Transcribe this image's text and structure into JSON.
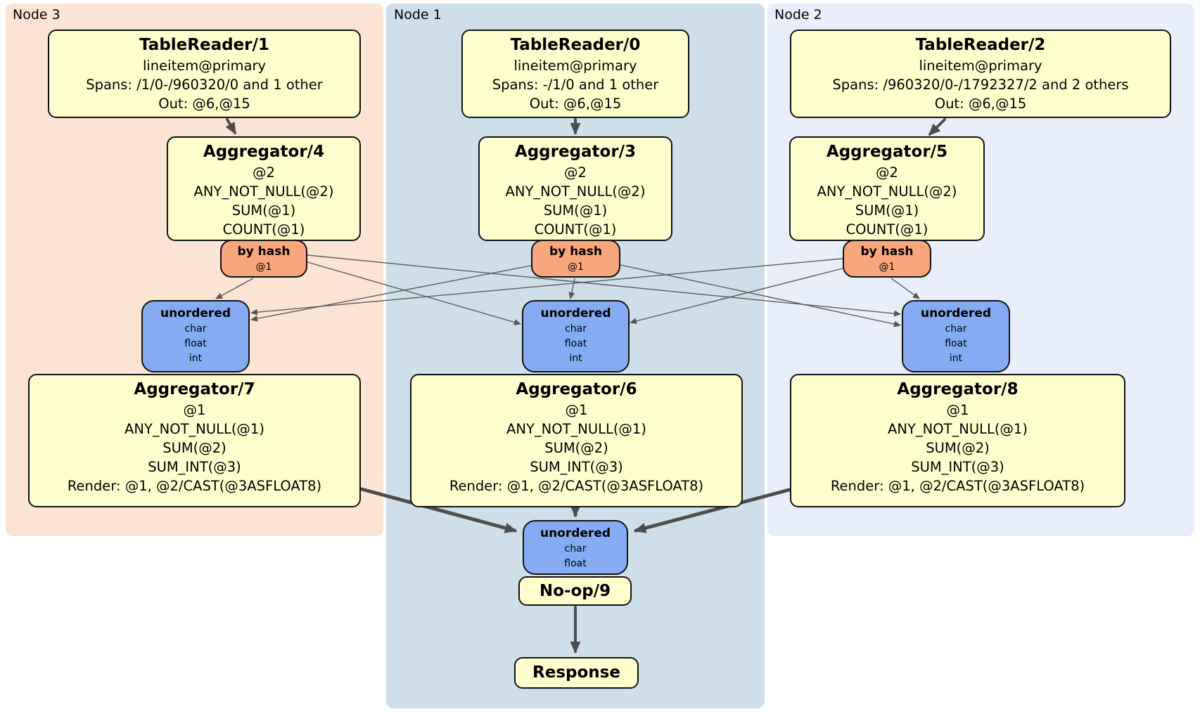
{
  "nodes": [
    {
      "label": "Node 3"
    },
    {
      "label": "Node 1"
    },
    {
      "label": "Node 2"
    }
  ],
  "processors": {
    "tr1": {
      "title": "TableReader/1",
      "lines": [
        "lineitem@primary",
        "Spans: /1/0-/960320/0 and 1 other",
        "Out: @6,@15"
      ]
    },
    "tr0": {
      "title": "TableReader/0",
      "lines": [
        "lineitem@primary",
        "Spans: -/1/0 and 1 other",
        "Out: @6,@15"
      ]
    },
    "tr2": {
      "title": "TableReader/2",
      "lines": [
        "lineitem@primary",
        "Spans: /960320/0-/1792327/2 and 2 others",
        "Out: @6,@15"
      ]
    },
    "agg4": {
      "title": "Aggregator/4",
      "lines": [
        "@2",
        "ANY_NOT_NULL(@2)",
        "SUM(@1)",
        "COUNT(@1)"
      ]
    },
    "agg3": {
      "title": "Aggregator/3",
      "lines": [
        "@2",
        "ANY_NOT_NULL(@2)",
        "SUM(@1)",
        "COUNT(@1)"
      ]
    },
    "agg5": {
      "title": "Aggregator/5",
      "lines": [
        "@2",
        "ANY_NOT_NULL(@2)",
        "SUM(@1)",
        "COUNT(@1)"
      ]
    },
    "agg7": {
      "title": "Aggregator/7",
      "lines": [
        "@1",
        "ANY_NOT_NULL(@1)",
        "SUM(@2)",
        "SUM_INT(@3)",
        "Render: @1, @2/CAST(@3ASFLOAT8)"
      ]
    },
    "agg6": {
      "title": "Aggregator/6",
      "lines": [
        "@1",
        "ANY_NOT_NULL(@1)",
        "SUM(@2)",
        "SUM_INT(@3)",
        "Render: @1, @2/CAST(@3ASFLOAT8)"
      ]
    },
    "agg8": {
      "title": "Aggregator/8",
      "lines": [
        "@1",
        "ANY_NOT_NULL(@1)",
        "SUM(@2)",
        "SUM_INT(@3)",
        "Render: @1, @2/CAST(@3ASFLOAT8)"
      ]
    },
    "noop": {
      "title": "No-op/9"
    },
    "response": {
      "title": "Response"
    }
  },
  "routers": {
    "node3": {
      "title": "by hash",
      "detail": "@1"
    },
    "node1": {
      "title": "by hash",
      "detail": "@1"
    },
    "node2": {
      "title": "by hash",
      "detail": "@1"
    }
  },
  "syncs": {
    "node3": {
      "title": "unordered",
      "types": [
        "char",
        "float",
        "int"
      ]
    },
    "node1": {
      "title": "unordered",
      "types": [
        "char",
        "float",
        "int"
      ]
    },
    "node2": {
      "title": "unordered",
      "types": [
        "char",
        "float",
        "int"
      ]
    },
    "final": {
      "title": "unordered",
      "types": [
        "char",
        "float"
      ]
    }
  },
  "edges": [
    {
      "from": "TableReader/1",
      "to": "Aggregator/4"
    },
    {
      "from": "TableReader/0",
      "to": "Aggregator/3"
    },
    {
      "from": "TableReader/2",
      "to": "Aggregator/5"
    },
    {
      "from": "by hash (Node 3)",
      "to": "unordered (Node 3)"
    },
    {
      "from": "by hash (Node 3)",
      "to": "unordered (Node 1)"
    },
    {
      "from": "by hash (Node 3)",
      "to": "unordered (Node 2)"
    },
    {
      "from": "by hash (Node 1)",
      "to": "unordered (Node 3)"
    },
    {
      "from": "by hash (Node 1)",
      "to": "unordered (Node 1)"
    },
    {
      "from": "by hash (Node 1)",
      "to": "unordered (Node 2)"
    },
    {
      "from": "by hash (Node 2)",
      "to": "unordered (Node 3)"
    },
    {
      "from": "by hash (Node 2)",
      "to": "unordered (Node 1)"
    },
    {
      "from": "by hash (Node 2)",
      "to": "unordered (Node 2)"
    },
    {
      "from": "Aggregator/7",
      "to": "unordered (final)"
    },
    {
      "from": "Aggregator/6",
      "to": "unordered (final)"
    },
    {
      "from": "Aggregator/8",
      "to": "unordered (final)"
    },
    {
      "from": "No-op/9",
      "to": "Response"
    }
  ],
  "colors": {
    "node3_bg": "#fce4d4",
    "node1_bg": "#cfdfe9",
    "node2_bg": "#e9effa",
    "processor_bg": "#ffffce",
    "router_bg": "#f8a67b",
    "sync_bg": "#85acf2",
    "arrow": "#4d4d4d",
    "wire": "#5a5a5a"
  }
}
